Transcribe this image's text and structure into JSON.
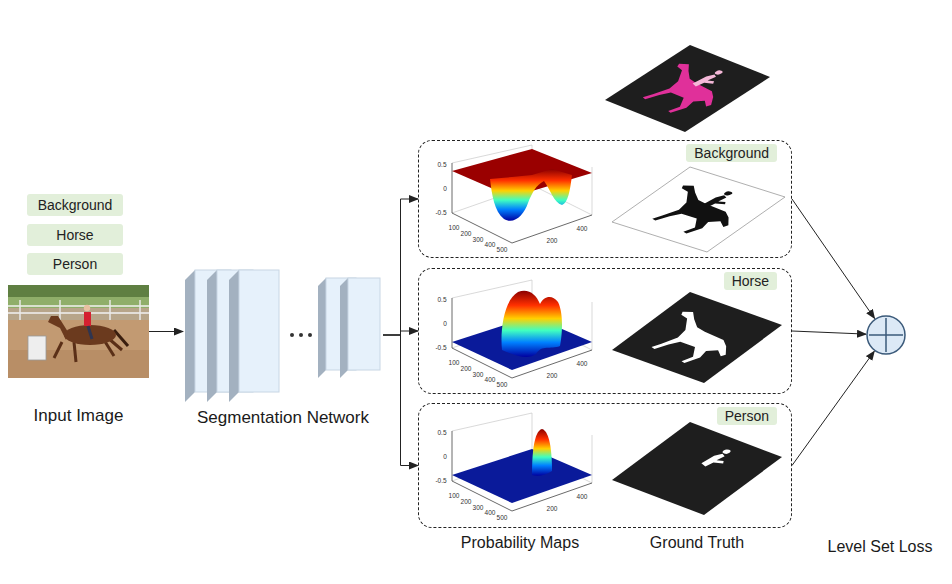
{
  "diagram": {
    "nodes": [
      {
        "text": [
          "Background"
        ]
      },
      {
        "text": [
          "Horse"
        ]
      },
      {
        "text": [
          "Person"
        ]
      },
      {
        "text": [
          "Input Image"
        ]
      },
      {
        "text": [
          "Segmentation Network"
        ]
      },
      {
        "text": [
          "Background"
        ]
      },
      {
        "text": [
          "Horse"
        ]
      },
      {
        "text": [
          "Person"
        ]
      },
      {
        "text": [
          "Level Set Loss"
        ]
      }
    ],
    "edges": [
      {
        "from": 3,
        "to": 4,
        "arrow": "to"
      },
      {
        "from": 4,
        "to": 5,
        "arrow": "to"
      },
      {
        "from": 4,
        "to": 6,
        "arrow": "to"
      },
      {
        "from": 4,
        "to": 7,
        "arrow": "to"
      },
      {
        "from": 5,
        "to": 8,
        "arrow": "to"
      },
      {
        "from": 6,
        "to": 8,
        "arrow": "to"
      },
      {
        "from": 7,
        "to": 8,
        "arrow": "to"
      }
    ],
    "labels": [
      "Probability Maps",
      "Ground Truth",
      "0.5",
      "0",
      "-0.5",
      "100",
      "200",
      "300",
      "400",
      "500",
      "200",
      "400",
      "0.5",
      "0",
      "-0.5",
      "100",
      "200",
      "300",
      "400",
      "500",
      "200",
      "400",
      "0.5",
      "0",
      "-0.5",
      "100",
      "200",
      "300",
      "400",
      "500",
      "200",
      "400"
    ]
  }
}
